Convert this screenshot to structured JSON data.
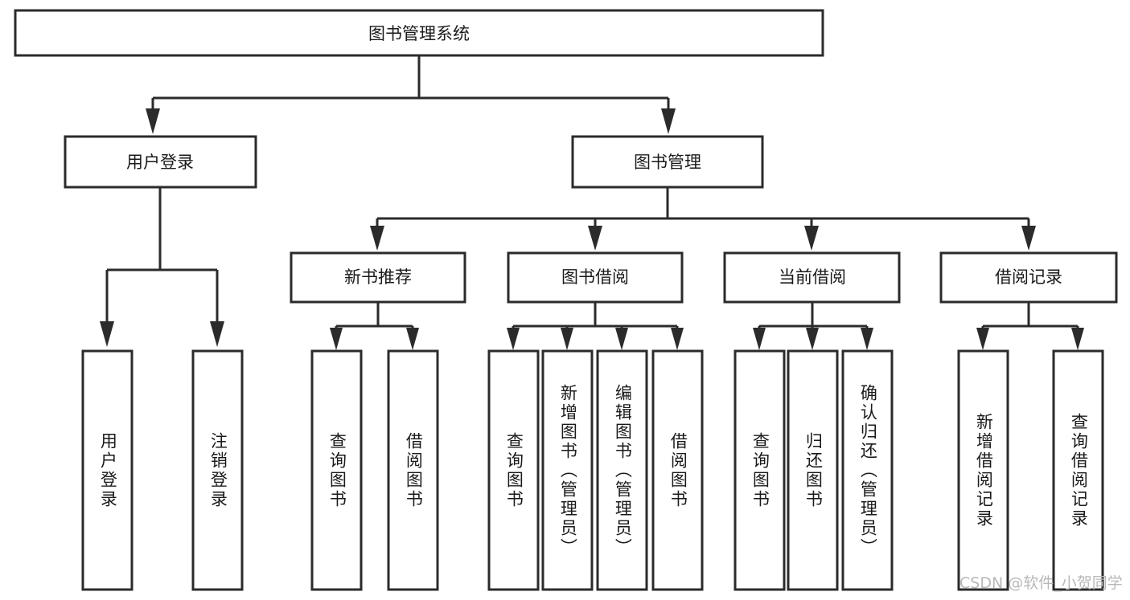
{
  "diagram": {
    "title": "图书管理系统",
    "type": "hierarchy-tree",
    "watermark": "CSDN @软件_小贺同学",
    "colors": {
      "box_stroke": "#2b2b2b",
      "box_fill": "#ffffff",
      "text": "#1a1a1a",
      "background": "#ffffff",
      "watermark": "#b8b8b8"
    },
    "levels": {
      "root": {
        "label": "图书管理系统"
      },
      "level2": [
        {
          "id": "user-login",
          "label": "用户登录"
        },
        {
          "id": "book-management",
          "label": "图书管理"
        }
      ],
      "level3": [
        {
          "id": "new-book-recommend",
          "label": "新书推荐",
          "parent": "book-management"
        },
        {
          "id": "book-borrow",
          "label": "图书借阅",
          "parent": "book-management"
        },
        {
          "id": "current-borrow",
          "label": "当前借阅",
          "parent": "book-management"
        },
        {
          "id": "borrow-record",
          "label": "借阅记录",
          "parent": "book-management"
        }
      ],
      "leaves": [
        {
          "id": "leaf-user-login",
          "label": "用户登录",
          "parent": "user-login"
        },
        {
          "id": "leaf-logout",
          "label": "注销登录",
          "parent": "user-login"
        },
        {
          "id": "leaf-query-book-1",
          "label": "查询图书",
          "parent": "new-book-recommend"
        },
        {
          "id": "leaf-borrow-book-1",
          "label": "借阅图书",
          "parent": "new-book-recommend"
        },
        {
          "id": "leaf-query-book-2",
          "label": "查询图书",
          "parent": "book-borrow"
        },
        {
          "id": "leaf-add-book",
          "label": "新增图书（管理员）",
          "parent": "book-borrow"
        },
        {
          "id": "leaf-edit-book",
          "label": "编辑图书（管理员）",
          "parent": "book-borrow"
        },
        {
          "id": "leaf-borrow-book-2",
          "label": "借阅图书",
          "parent": "book-borrow"
        },
        {
          "id": "leaf-query-book-3",
          "label": "查询图书",
          "parent": "current-borrow"
        },
        {
          "id": "leaf-return-book",
          "label": "归还图书",
          "parent": "current-borrow"
        },
        {
          "id": "leaf-confirm-return",
          "label": "确认归还（管理员）",
          "parent": "current-borrow"
        },
        {
          "id": "leaf-add-record",
          "label": "新增借阅记录",
          "parent": "borrow-record"
        },
        {
          "id": "leaf-query-record",
          "label": "查询借阅记录",
          "parent": "borrow-record"
        }
      ]
    }
  }
}
